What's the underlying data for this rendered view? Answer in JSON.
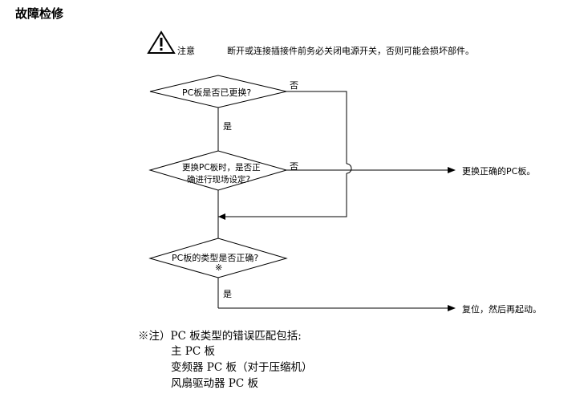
{
  "title": "故障检修",
  "warning": {
    "label": "注意",
    "text": "断开或连接插接件前务必关闭电源开关，否则可能会损坏部件。",
    "icon": "warning-triangle-icon"
  },
  "flowchart": {
    "decision1": {
      "text": "PC板是否已更换?",
      "no": "否",
      "yes": "是"
    },
    "decision2": {
      "line1": "更换PC板时，是否正",
      "line2": "确进行现场设定?",
      "no": "否"
    },
    "decision3": {
      "text": "PC板的类型是否正确?",
      "mark": "※",
      "yes": "是"
    },
    "result_replace": "更换正确的PC板。",
    "result_reset": "复位，然后再起动。"
  },
  "notes": {
    "heading": "※注）PC 板类型的错误匹配包括:",
    "items": [
      "主 PC 板",
      "变频器 PC 板（对于压缩机）",
      "风扇驱动器 PC  板"
    ]
  }
}
